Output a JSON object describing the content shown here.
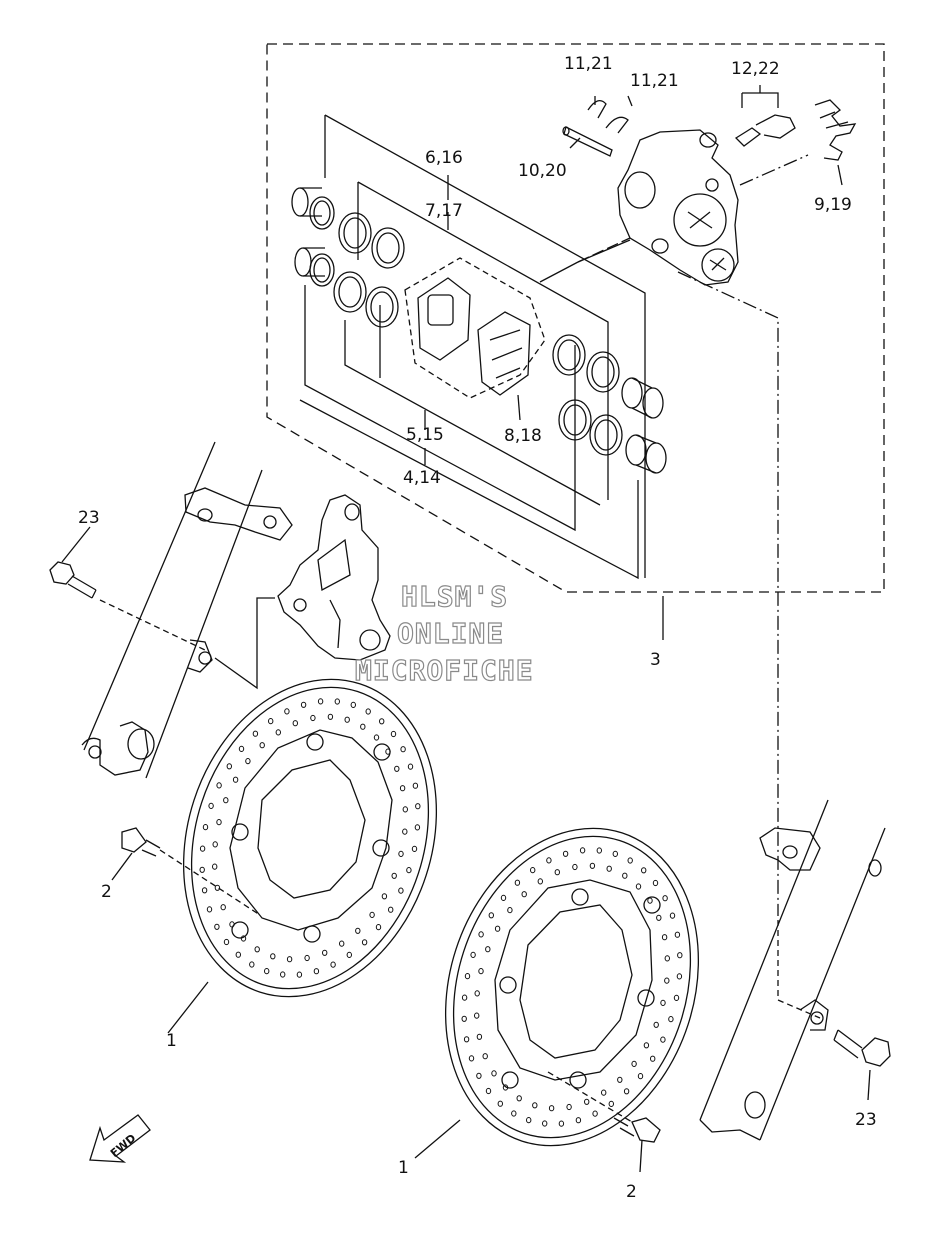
{
  "diagram": {
    "callouts": {
      "c_11_21_a": "11,21",
      "c_11_21_b": "11,21",
      "c_12_22": "12,22",
      "c_6_16": "6,16",
      "c_10_20": "10,20",
      "c_7_17": "7,17",
      "c_9_19": "9,19",
      "c_5_15": "5,15",
      "c_8_18": "8,18",
      "c_4_14": "4,14",
      "c_23_left": "23",
      "c_3": "3",
      "c_2_left": "2",
      "c_1_left": "1",
      "c_23_right": "23",
      "c_1_right": "1",
      "c_2_right": "2"
    },
    "fwd_label": "FWD"
  },
  "watermark": {
    "line1": "HLSM'S",
    "line2": "ONLINE",
    "line3": "MICROFICHE"
  }
}
